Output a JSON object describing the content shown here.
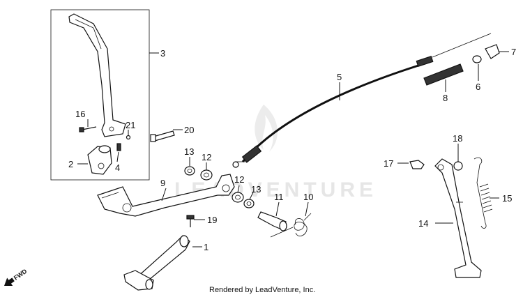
{
  "callouts": {
    "c1": "1",
    "c2": "2",
    "c3": "3",
    "c4": "4",
    "c5": "5",
    "c6": "6",
    "c7": "7",
    "c8": "8",
    "c9": "9",
    "c10": "10",
    "c11": "11",
    "c12a": "12",
    "c12b": "12",
    "c13a": "13",
    "c13b": "13",
    "c14": "14",
    "c15": "15",
    "c16": "16",
    "c17": "17",
    "c18": "18",
    "c19": "19",
    "c20": "20",
    "c21": "21"
  },
  "watermark": "LEADVENTURE",
  "footer": "Rendered by LeadVenture, Inc.",
  "direction": "FWD"
}
